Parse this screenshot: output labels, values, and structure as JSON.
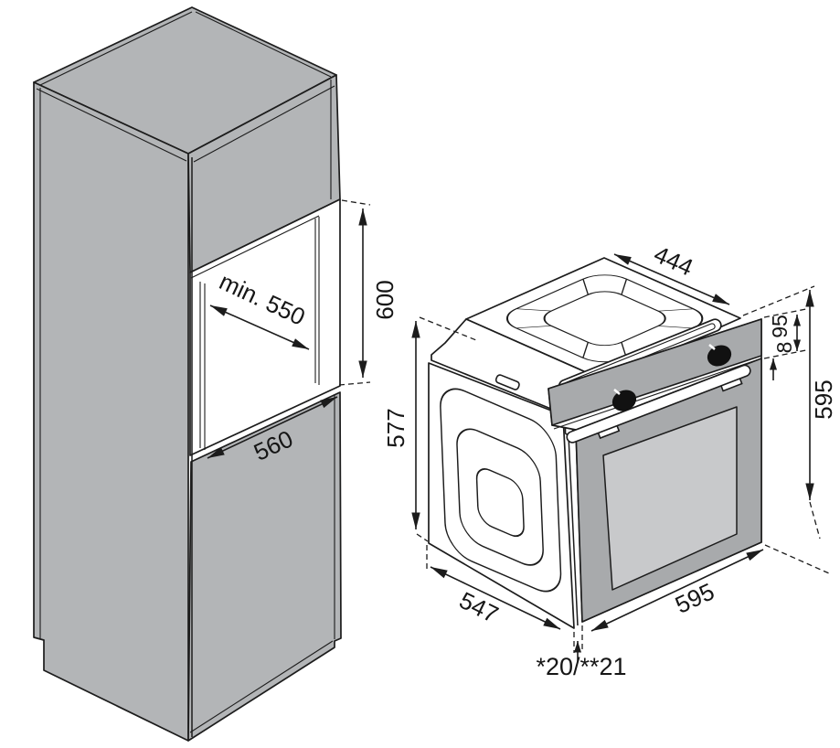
{
  "cabinet": {
    "dimensions": {
      "niche_depth": "min. 550",
      "niche_height": "600",
      "niche_width": "560"
    }
  },
  "oven": {
    "dimensions": {
      "top_depth": "444",
      "control_panel_height": "95",
      "trim_height": "8",
      "front_height": "595",
      "body_height": "577",
      "body_depth": "547",
      "front_width": "595",
      "door_protrusion": "*20/**21"
    }
  },
  "colors": {
    "line": "#1c1c1c",
    "cabinet_fill": "#b3b5b7",
    "oven_front_fill": "#a8aaac",
    "oven_window_fill": "#c8c9cb",
    "background": "#ffffff"
  }
}
